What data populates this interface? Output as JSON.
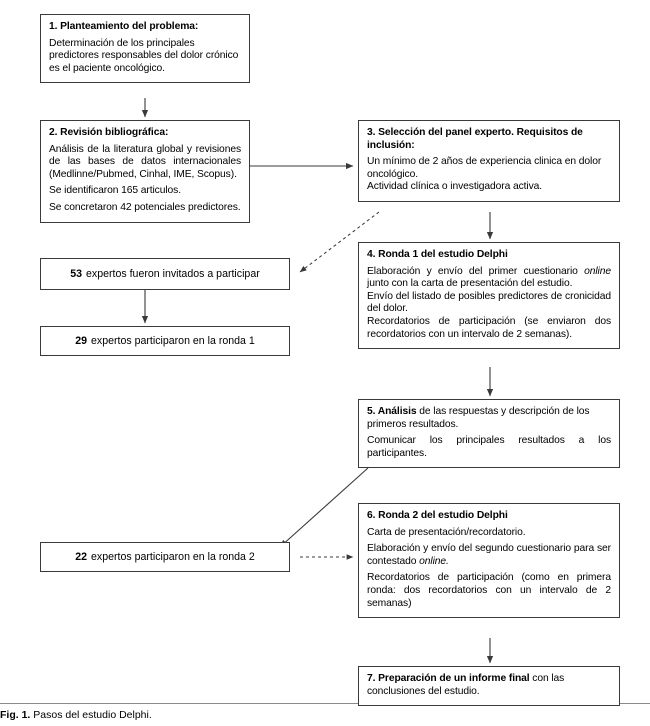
{
  "figure": {
    "caption_label": "Fig. 1.",
    "caption_text": "Pasos del estudio Delphi.",
    "ink_color": "#3a3a3a"
  },
  "nodes": {
    "step1": {
      "header": "1. Planteamiento del problema:",
      "body1": "Determinación de los principales predictores responsables del dolor crónico es el paciente oncológico."
    },
    "step2": {
      "header": "2. Revisión bibliográfica:",
      "body1": "Análisis de la literatura global y revisiones de las bases de datos internacionales (Medlinne/Pubmed, Cinhal, IME, Scopus).",
      "body2": "Se identificaron 165 articulos.",
      "body3": "Se concretaron 42 potenciales predictores."
    },
    "step3": {
      "header": "3. Selección del panel experto. Requisitos de inclusión:",
      "body1": "Un mínimo de 2 años de experiencia clinica en dolor oncológico.",
      "body2": "Actividad clínica o investigadora activa."
    },
    "step4": {
      "header": "4. Ronda 1 del estudio Delphi",
      "body1_pre": "Elaboración y envío del primer cuestionario ",
      "body1_em": "online",
      "body1_post": " junto con la carta de presentación del estudio.",
      "body2": "Envío del listado de posibles predictores de cronicidad del dolor.",
      "body3": "Recordatorios de participación (se enviaron dos recordatorios con un intervalo de 2 semanas)."
    },
    "step5": {
      "header_num": "5. ",
      "header_word": "Análisis",
      "header_rest": " de las respuestas y descripción de los primeros resultados.",
      "body2": "Comunicar los principales resultados a los participantes."
    },
    "step6": {
      "header": "6. Ronda 2 del estudio Delphi",
      "body1": "Carta de presentación/recordatorio.",
      "body2_pre": "Elaboración y envío del segundo cuestionario para ser contestado ",
      "body2_em": "online.",
      "body3": "Recordatorios de participación (como en primera ronda: dos recordatorios con un intervalo de 2 semanas)"
    },
    "step7": {
      "header_num": "7. ",
      "header_bold": "Preparación de un informe final",
      "header_rest": " con las conclusiones del estudio."
    }
  },
  "counts": {
    "invited": {
      "number": "53",
      "label": "expertos fueron invitados a participar"
    },
    "round1": {
      "number": "29",
      "label": "expertos participaron en la ronda 1"
    },
    "round2": {
      "number": "22",
      "label": "expertos participaron en la ronda 2"
    }
  },
  "edges": [
    {
      "name": "step1-to-step2",
      "style": "solid"
    },
    {
      "name": "step2-to-step3",
      "style": "solid"
    },
    {
      "name": "step3-to-invited",
      "style": "dashed"
    },
    {
      "name": "step3-to-step4",
      "style": "solid"
    },
    {
      "name": "invited-to-round1",
      "style": "solid"
    },
    {
      "name": "step4-to-step5",
      "style": "solid"
    },
    {
      "name": "step5-to-round2",
      "style": "solid"
    },
    {
      "name": "round2-to-step6",
      "style": "dashed"
    },
    {
      "name": "step6-to-step7",
      "style": "solid"
    }
  ]
}
